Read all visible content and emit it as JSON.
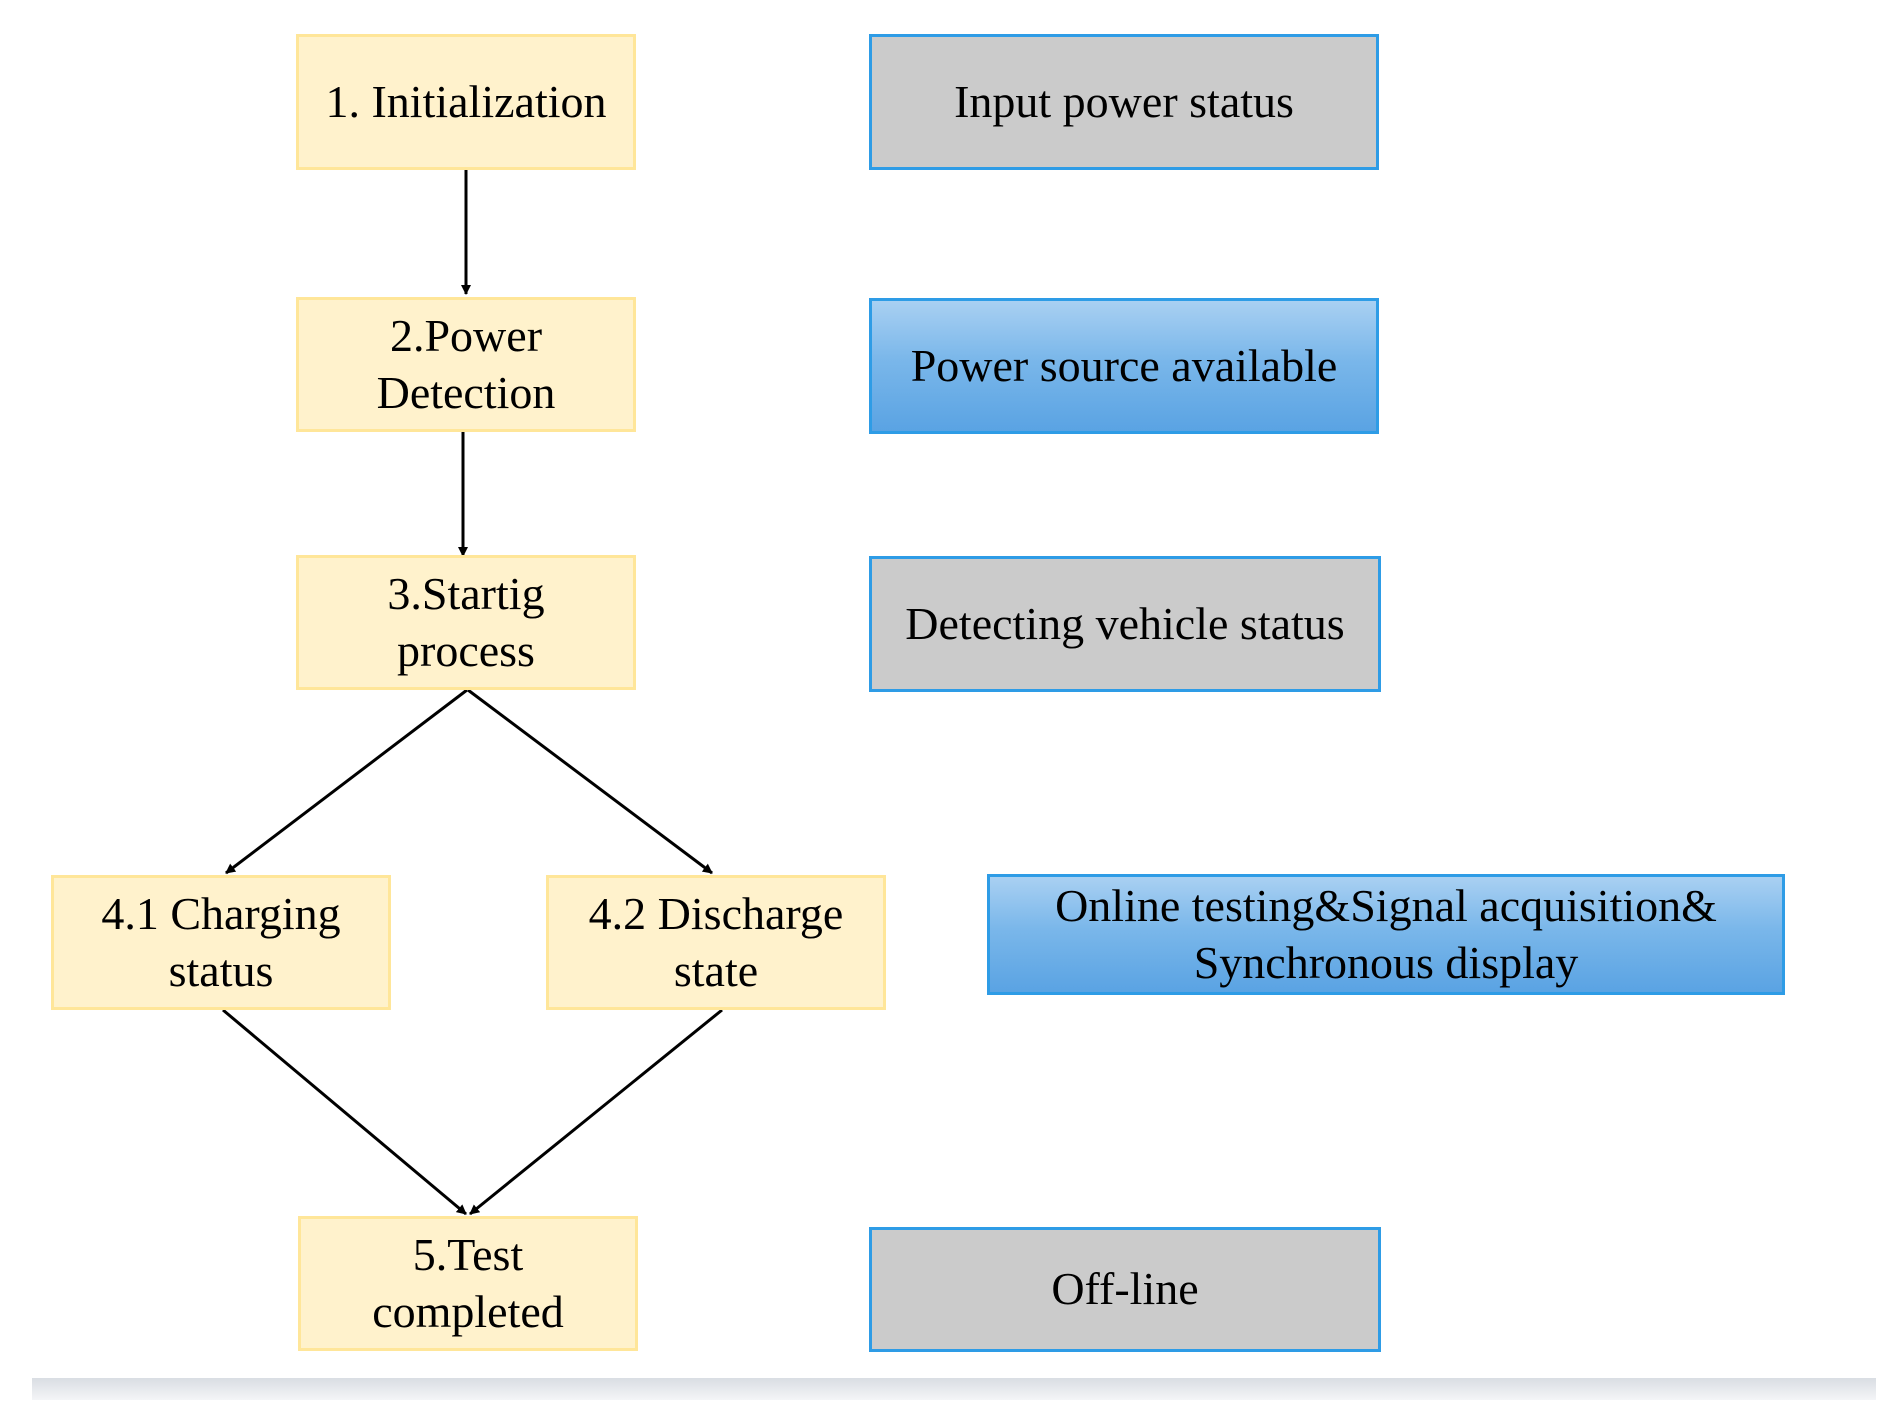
{
  "steps": {
    "init": "1. Initialization",
    "power_detection": "2.Power\nDetection",
    "starting": "3.Startig\nprocess",
    "charging": "4.1 Charging\nstatus",
    "discharge": "4.2 Discharge\nstate",
    "completed": "5.Test\ncompleted"
  },
  "statuses": {
    "input_power": "Input power status",
    "power_source": "Power source available",
    "detecting_vehicle": "Detecting vehicle status",
    "online_testing": "Online testing&Signal acquisition&\nSynchronous display",
    "offline": "Off-line"
  },
  "colors": {
    "step_fill": "#fff2cc",
    "step_border": "#ffe699",
    "status_gray": "#cbcbcb",
    "status_blue": "#7ab7ea",
    "status_border": "#2e9ce6",
    "arrow": "#000000"
  }
}
